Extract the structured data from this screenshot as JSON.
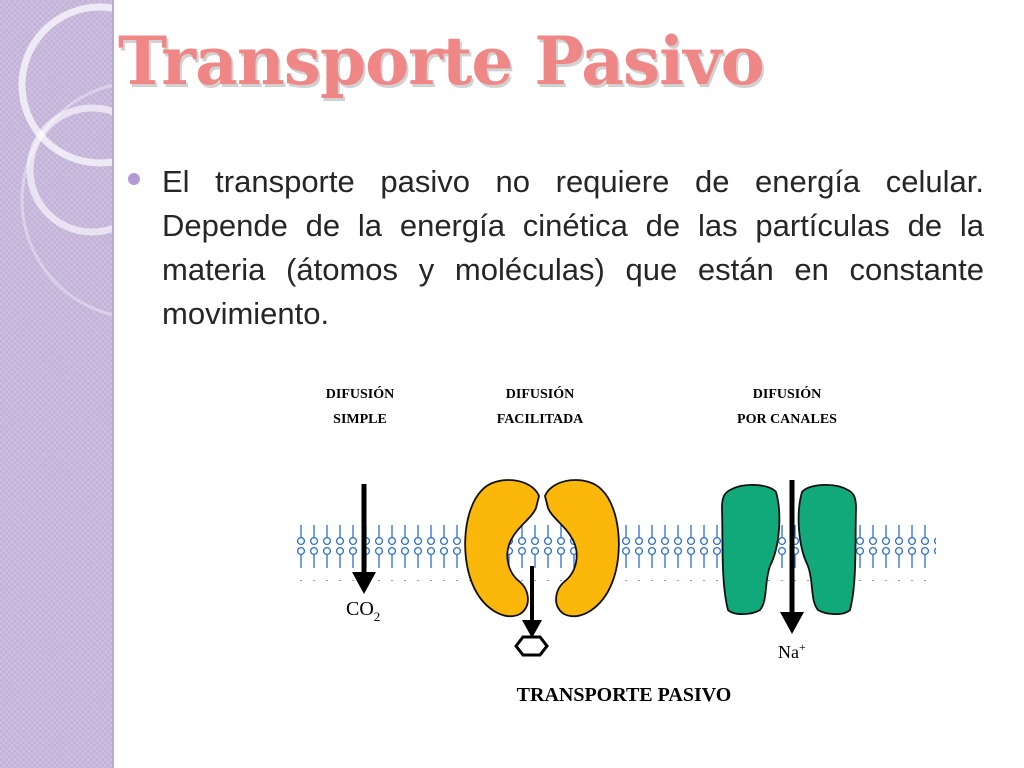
{
  "slide": {
    "title": "Transporte Pasivo",
    "bullet": "El transporte pasivo no requiere de   energía celular. Depende de la energía cinética de las partículas de la materia (átomos y moléculas) que están en constante movimiento."
  },
  "diagram": {
    "labels": {
      "simple_1": "DIFUSIÓN",
      "simple_2": "SIMPLE",
      "facilitada_1": "DIFUSIÓN",
      "facilitada_2": "FACILITADA",
      "canales_1": "DIFUSIÓN",
      "canales_2": "POR CANALES",
      "co2": "CO",
      "co2_sub": "2",
      "na": "Na",
      "na_sup": "+",
      "caption": "TRANSPORTE PASIVO"
    },
    "colors": {
      "carrier_protein": "#fbb70a",
      "channel_protein": "#11a87a",
      "membrane": "#2a6dd6"
    }
  }
}
